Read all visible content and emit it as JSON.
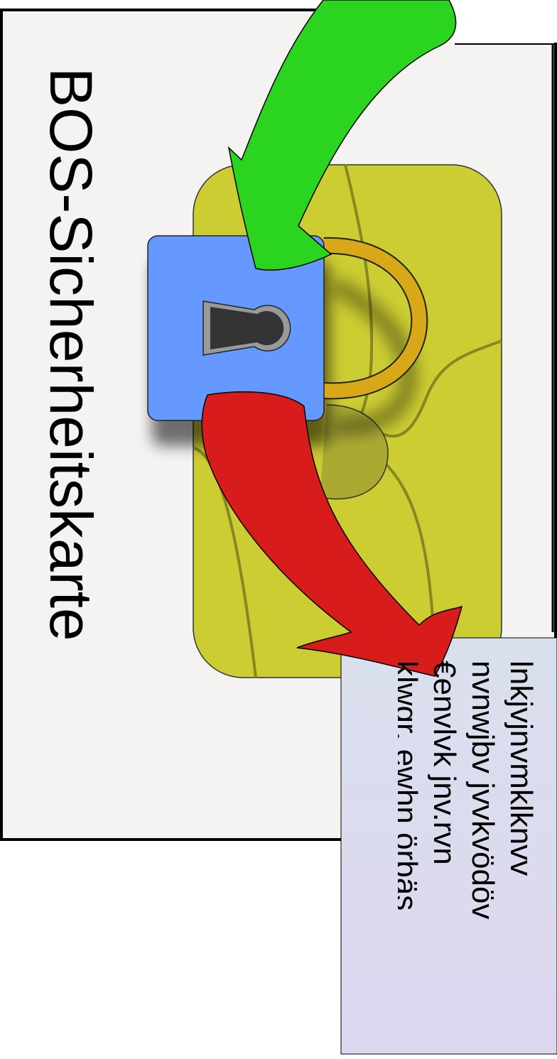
{
  "card": {
    "title": "BOS-Sicherheitskarte"
  },
  "note": {
    "lines": [
      "lnkjvjnvmklknvv",
      "nvnwjbv jvvkvödöv",
      "€envlvk jnv.rvn",
      "klwgr, ewhn örbäs"
    ]
  },
  "colors": {
    "card_background": "#f4f3f1",
    "chip_gold": "#cccc33",
    "lock_body": "#6699ff",
    "shackle": "#d9a818",
    "arrow_in": "#2ad41f",
    "arrow_out": "#d81b1b",
    "note_gradient_top": "#d9e0ed",
    "note_gradient_bottom": "#ddd6ef"
  },
  "icons": {
    "lock": "padlock-icon",
    "arrow_in": "arrow-down-icon",
    "arrow_out": "arrow-down-icon"
  }
}
